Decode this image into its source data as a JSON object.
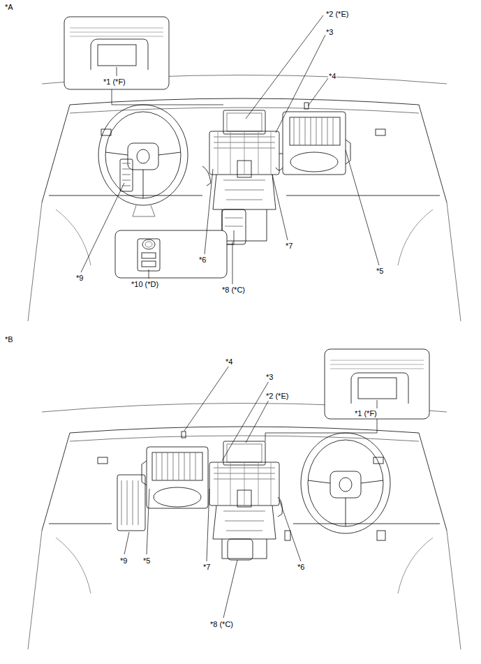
{
  "diagram": {
    "labels": [
      "*A",
      "*1 (*F)",
      "*2 (*E)",
      "*3",
      "*4",
      "*6",
      "*7",
      "*5",
      "*9",
      "*10 (*D)",
      "*8 (*C)",
      "*B",
      "*4",
      "*3",
      "*2 (*E)",
      "*1 (*F)",
      "*9",
      "*5",
      "*7",
      "*6",
      "*8 (*C)"
    ]
  }
}
